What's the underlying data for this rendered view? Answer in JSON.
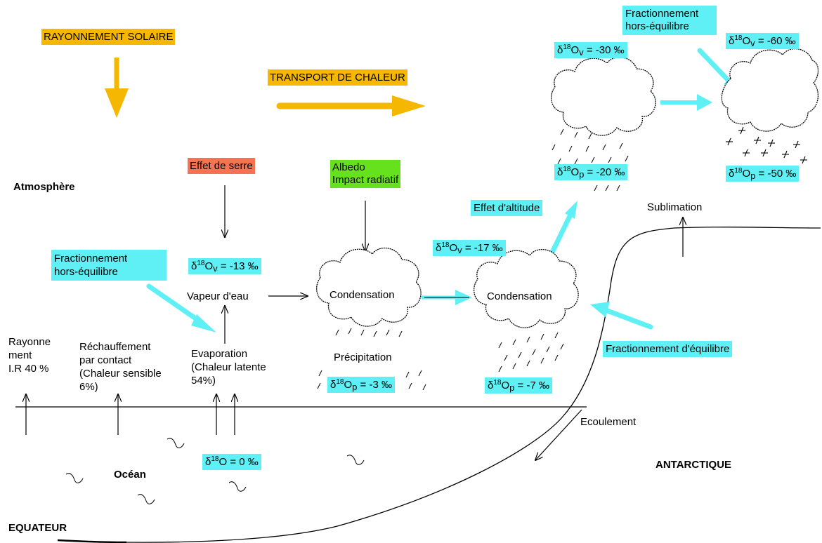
{
  "labels": {
    "rayonnement_solaire": "RAYONNEMENT SOLAIRE",
    "transport_chaleur": "TRANSPORT DE CHALEUR",
    "atmosphere": "Atmosphère",
    "effet_serre": "Effet de serre",
    "albedo": "Albedo",
    "impact_radiatif": "Impact radiatif",
    "fract_hors_eq_1": "Fractionnement",
    "fract_hors_eq_2": "hors-équilibre",
    "fract_hors_eq_top_1": "Fractionnement",
    "fract_hors_eq_top_2": "hors-équilibre",
    "effet_altitude": "Effet d'altitude",
    "sublimation": "Sublimation",
    "vapeur_eau": "Vapeur d'eau",
    "condensation_1": "Condensation",
    "condensation_2": "Condensation",
    "precipitation": "Précipitation",
    "fract_equilibre": "Fractionnement d'équilibre",
    "rayonnement_1": "Rayonne",
    "rayonnement_2": "ment",
    "rayonnement_3": "I.R 40 %",
    "rechauffement_1": "Réchauffement",
    "rechauffement_2": "par contact",
    "rechauffement_3": "(Chaleur sensible",
    "rechauffement_4": "6%)",
    "evaporation_1": "Evaporation",
    "evaporation_2": "(Chaleur latente",
    "evaporation_3": "54%)",
    "ecoulement": "Ecoulement",
    "ocean": "Océan",
    "antarctique": "ANTARCTIQUE",
    "equateur": "EQUATEUR"
  },
  "isotopes": {
    "delta": "δ",
    "mass": "18",
    "element": "O",
    "ov_13": {
      "sub": "v",
      "value": " = -13 ‰"
    },
    "ov_17": {
      "sub": "v",
      "value": " = -17 ‰"
    },
    "ov_30": {
      "sub": "v",
      "value": " = -30 ‰"
    },
    "ov_60": {
      "sub": "v",
      "value": " = -60 ‰"
    },
    "op_3": {
      "sub": "p",
      "value": " = -3 ‰"
    },
    "op_7": {
      "sub": "p",
      "value": " = -7 ‰"
    },
    "op_20": {
      "sub": "p",
      "value": " = -20 ‰"
    },
    "op_50": {
      "sub": "p",
      "value": " = -50 ‰"
    },
    "o_ocean": {
      "value": " = 0 ‰"
    }
  },
  "colors": {
    "orange": "#f6b700",
    "cyan": "#5ff0f5",
    "red": "#f57253",
    "green": "#66e11d"
  }
}
